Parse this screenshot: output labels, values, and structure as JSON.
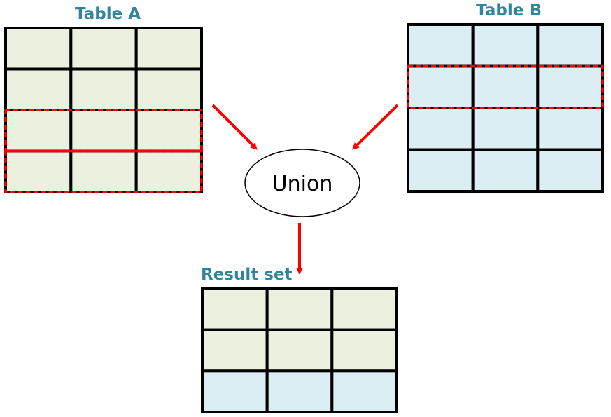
{
  "table_a": {
    "title": "Table A",
    "rows": 4,
    "cols": 3,
    "row_colors": [
      "green",
      "green",
      "green",
      "green"
    ],
    "highlighted_rows": [
      3,
      4
    ]
  },
  "table_b": {
    "title": "Table B",
    "rows": 4,
    "cols": 3,
    "row_colors": [
      "blue",
      "blue",
      "blue",
      "blue"
    ],
    "highlighted_rows": [
      2
    ]
  },
  "operation": {
    "label": "Union"
  },
  "result": {
    "title": "Result set",
    "rows": 3,
    "cols": 3,
    "row_colors": [
      "green",
      "green",
      "blue"
    ]
  },
  "colors": {
    "title_text": "#31849B",
    "green_fill": "#EBF1DE",
    "blue_fill": "#DBEEF4",
    "grid_line": "#000000",
    "highlight": "#FF0000",
    "arrow": "#FF0000"
  }
}
